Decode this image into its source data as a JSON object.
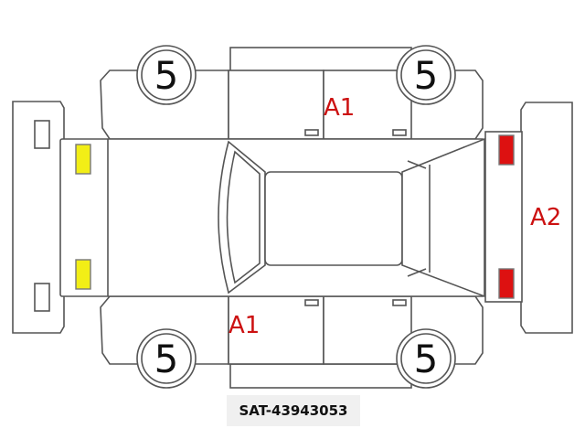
{
  "diagram": {
    "tires": {
      "front_top": "5",
      "rear_top": "5",
      "front_bottom": "5",
      "rear_bottom": "5"
    },
    "damage_marks": {
      "top_door": "A1",
      "bottom_door": "A1",
      "rear_bumper": "A2"
    },
    "colors": {
      "outline": "#555555",
      "damage_text": "#cc1111",
      "front_lamp": "#f2ee16",
      "rear_lamp": "#dd1111"
    }
  },
  "footer": {
    "code": "SAT-43943053"
  }
}
